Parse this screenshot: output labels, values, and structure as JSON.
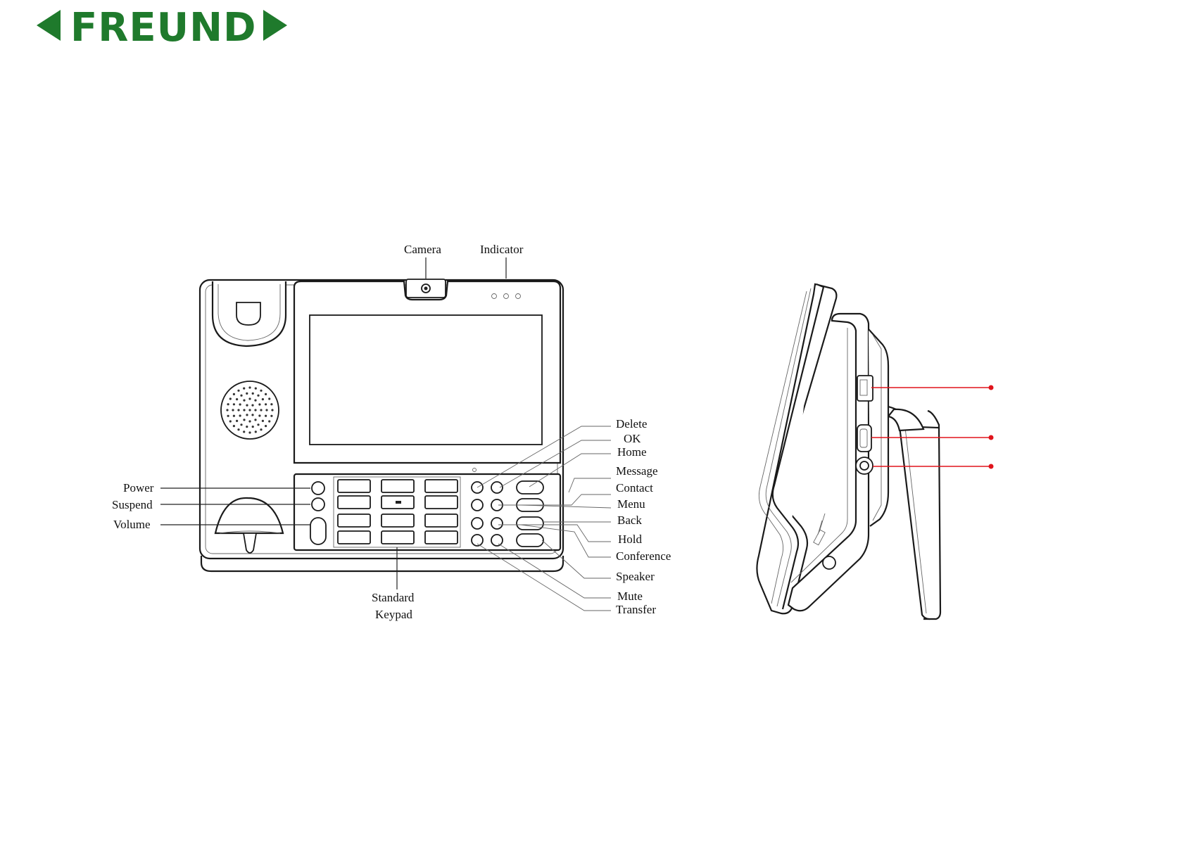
{
  "brand": {
    "name": "FREUND",
    "color": "#1f7a2c"
  },
  "labels": {
    "camera": "Camera",
    "indicator": "Indicator",
    "power": "Power",
    "suspend": "Suspend",
    "volume": "Volume",
    "delete": "Delete",
    "ok": "OK",
    "home": "Home",
    "message": "Message",
    "contact": "Contact",
    "menu": "Menu",
    "back": "Back",
    "hold": "Hold",
    "conference": "Conference",
    "speaker": "Speaker",
    "mute": "Mute",
    "transfer": "Transfer",
    "standard": "Standard",
    "keypad": "Keypad"
  },
  "colors": {
    "accent_line": "#e0141c",
    "line": "#1a1a1a"
  },
  "icons": [
    "usb-port-icon",
    "hdmi-port-icon",
    "headphone-jack-icon",
    "camera-icon",
    "speaker-grille-icon"
  ]
}
